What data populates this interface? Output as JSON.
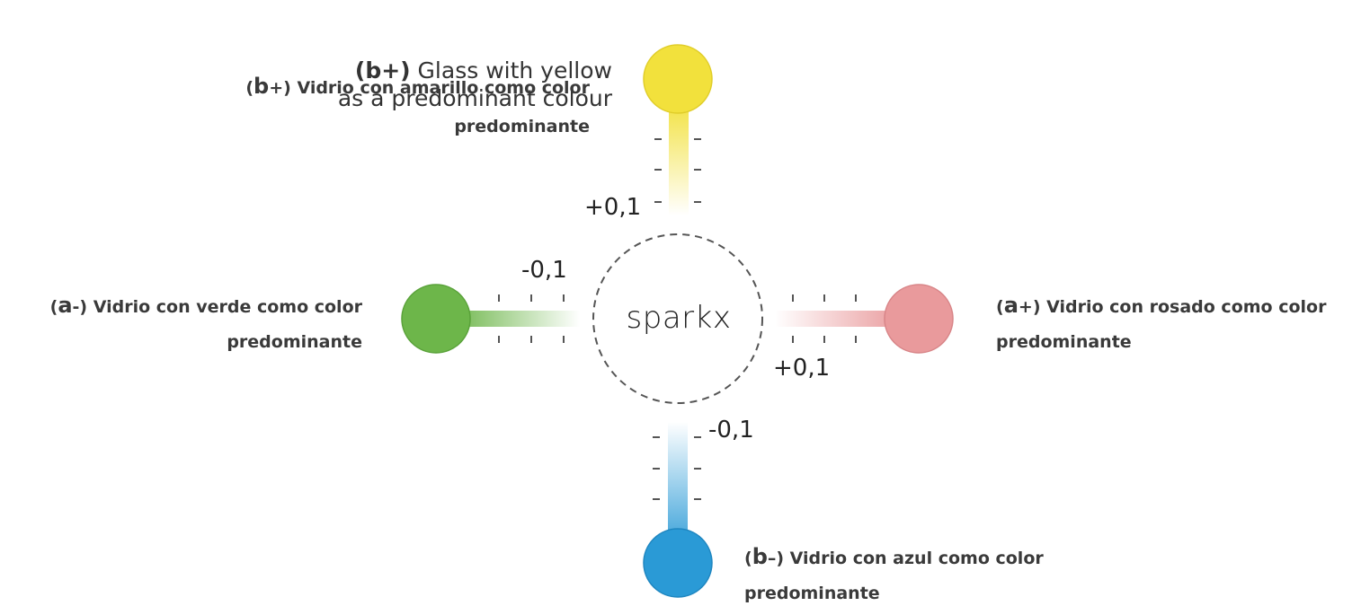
{
  "center": {
    "logo": "sparkx"
  },
  "axes": {
    "b_plus": {
      "color": "#f2e13c",
      "en_line1_code": "(b+)",
      "en_line1_rest": " Glass with yellow",
      "en_line2": "as a predominant colour",
      "es_letter": "b",
      "es_sign": "+",
      "es_text_line1": " Vidrio con amarillo como color",
      "es_text_line2": "predominante",
      "tick": "+0,1"
    },
    "a_minus": {
      "color": "#6db64a",
      "es_letter": "a",
      "es_sign": "-",
      "es_text_line1": " Vidrio con verde como color",
      "es_text_line2": "predominante",
      "tick": "-0,1"
    },
    "a_plus": {
      "color": "#e99a9c",
      "es_letter": "a",
      "es_sign": "+",
      "es_text_line1": " Vidrio con rosado como color",
      "es_text_line2": "predominante",
      "tick": "+0,1"
    },
    "b_minus": {
      "color": "#2a9ad6",
      "es_letter": "b",
      "es_sign": "–",
      "es_text_line1": " Vidrio con azul como color",
      "es_text_line2": "predominante",
      "tick": "-0,1"
    }
  }
}
